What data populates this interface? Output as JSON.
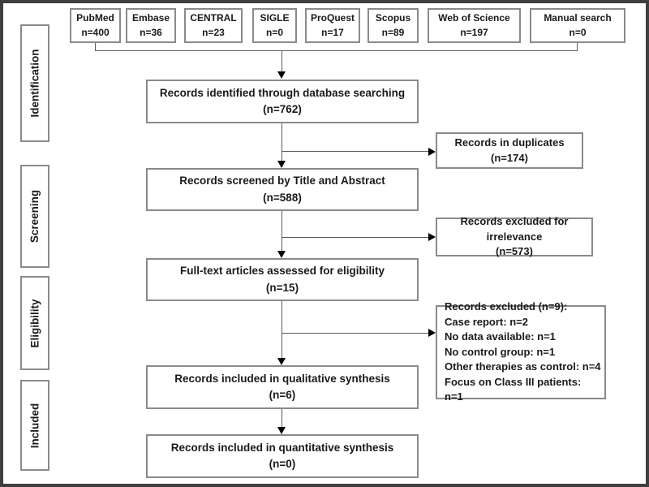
{
  "stages": [
    {
      "label": "Identification"
    },
    {
      "label": "Screening"
    },
    {
      "label": "Eligibility"
    },
    {
      "label": "Included"
    }
  ],
  "sources": [
    {
      "name": "PubMed",
      "count": "n=400"
    },
    {
      "name": "Embase",
      "count": "n=36"
    },
    {
      "name": "CENTRAL",
      "count": "n=23"
    },
    {
      "name": "SIGLE",
      "count": "n=0"
    },
    {
      "name": "ProQuest",
      "count": "n=17"
    },
    {
      "name": "Scopus",
      "count": "n=89"
    },
    {
      "name": "Web of Science",
      "count": "n=197"
    },
    {
      "name": "Manual search",
      "count": "n=0"
    }
  ],
  "flow": [
    {
      "label": "Records identified through database searching",
      "count": "(n=762)"
    },
    {
      "label": "Records screened by Title and Abstract",
      "count": "(n=588)"
    },
    {
      "label": "Full-text articles assessed for eligibility",
      "count": "(n=15)"
    },
    {
      "label": "Records included in qualitative synthesis",
      "count": "(n=6)"
    },
    {
      "label": "Records included in quantitative synthesis",
      "count": "(n=0)"
    }
  ],
  "exclusions": [
    {
      "label": "Records in duplicates",
      "count": "(n=174)"
    },
    {
      "label": "Records excluded for irrelevance",
      "count": "(n=573)"
    },
    {
      "lines": [
        "Records excluded (n=9):",
        "Case report: n=2",
        "No data available: n=1",
        "No control group: n=1",
        "Other therapies as control: n=4",
        "Focus on Class III patients: n=1"
      ]
    }
  ],
  "colors": {
    "box_border": "#8a8a8a",
    "connector": "#5a5a5a",
    "arrow": "#000000",
    "frame": "#3f3f3f",
    "text": "#1a1a1a",
    "background": "#ffffff"
  }
}
